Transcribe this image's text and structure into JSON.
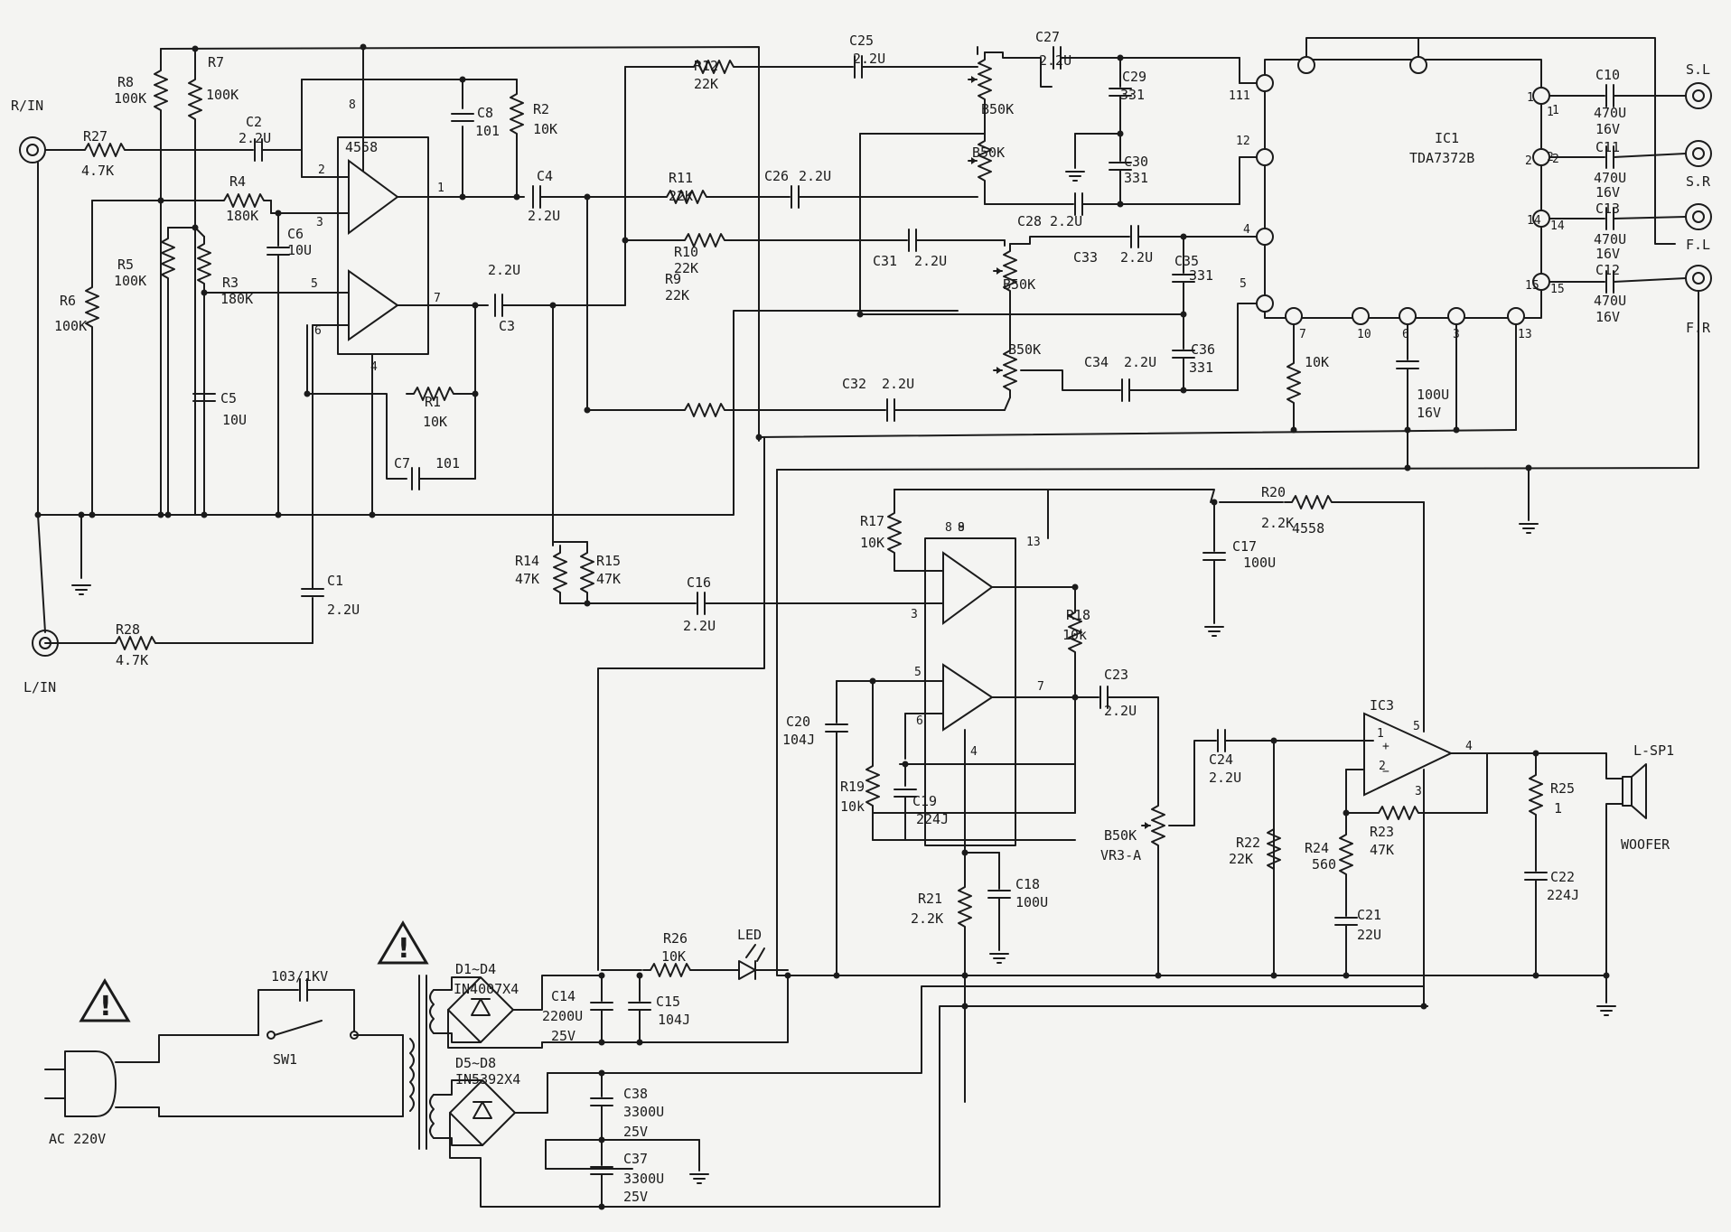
{
  "ports": {
    "r_in": "R/IN",
    "l_in": "L/IN",
    "sl": "S.L",
    "sr": "S.R",
    "fl": "F.L",
    "fr": "F.R",
    "speaker": "L-SP1",
    "woofer": "WOOFER",
    "ac": "AC 220V"
  },
  "chips": {
    "ic_a": "4558",
    "ic_b": "4558",
    "ic1_name": "IC1",
    "ic1_part": "TDA7372B",
    "ic3": "IC3"
  },
  "labels": [
    "R8",
    "100K",
    "R7",
    "100K",
    "R27",
    "4.7K",
    "C2",
    "2.2U",
    "R4",
    "180K",
    "C6",
    "10U",
    "R5",
    "100K",
    "R3",
    "180K",
    "R6",
    "100K",
    "C5",
    "10U",
    "C8",
    "101",
    "R2",
    "10K",
    "C4",
    "2.2U",
    "C3",
    "2.2U",
    "R1",
    "10K",
    "C7",
    "101",
    "C1",
    "2.2U",
    "R28",
    "4.7K",
    "R12",
    "22K",
    "R11",
    "22K",
    "R10",
    "22K",
    "R9",
    "22K",
    "C25",
    "2.2U",
    "C26",
    "2.2U",
    "C31",
    "2.2U",
    "C32",
    "2.2U",
    "C27",
    "2.2U",
    "C29",
    "331",
    "B50K",
    "B50K",
    "C30",
    "331",
    "C28",
    "2.2U",
    "C33",
    "2.2U",
    "C35",
    "331",
    "B50K",
    "B50K",
    "C34",
    "2.2U",
    "C36",
    "331",
    "C10",
    "470U",
    "16V",
    "C11",
    "470U",
    "16V",
    "C13",
    "470U",
    "16V",
    "C12",
    "470U",
    "16V",
    "10K",
    "100U",
    "16V",
    "R17",
    "10K",
    "C17",
    "100U",
    "R20",
    "2.2K",
    "R14",
    "47K",
    "R15",
    "47K",
    "C16",
    "2.2U",
    "R18",
    "10k",
    "C23",
    "2.2U",
    "C20",
    "104J",
    "R19",
    "10k",
    "C19",
    "224J",
    "C18",
    "100U",
    "R21",
    "2.2K",
    "B50K",
    "VR3-A",
    "C24",
    "2.2U",
    "R22",
    "22K",
    "R24",
    "560",
    "R23",
    "47K",
    "C21",
    "22U",
    "R25",
    "1",
    "C22",
    "224J",
    "103/1KV",
    "SW1",
    "D1~D4",
    "IN4007X4",
    "C14",
    "2200U",
    "25V",
    "C15",
    "104J",
    "R26",
    "10K",
    "LED",
    "D5~D8",
    "IN5392X4",
    "C38",
    "3300U",
    "25V",
    "C37",
    "3300U",
    "25V"
  ],
  "pin_numbers": [
    "2",
    "3",
    "5",
    "6",
    "1",
    "7",
    "8",
    "4",
    "11",
    "1",
    "2",
    "3",
    "5",
    "6",
    "8",
    "4",
    "7",
    "13",
    "8",
    "9",
    "11",
    "12",
    "4",
    "5",
    "7",
    "10",
    "6",
    "3",
    "13",
    "1",
    "2",
    "14",
    "15",
    "1",
    "2",
    "14",
    "15",
    "1",
    "2",
    "3",
    "4",
    "5"
  ]
}
